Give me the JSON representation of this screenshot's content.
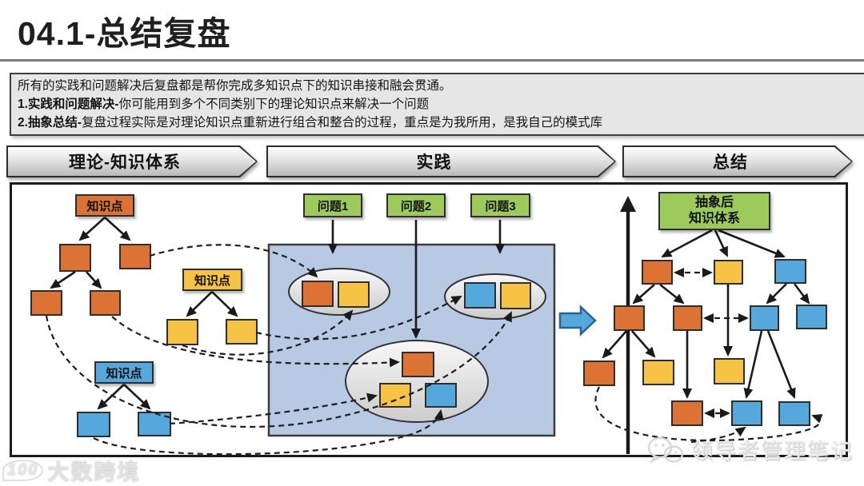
{
  "header": {
    "title": "04.1-总结复盘"
  },
  "info_box": {
    "lines": [
      {
        "bold": "",
        "text": "所有的实践和问题解决后复盘都是帮你完成多知识点下的知识串接和融会贯通。"
      },
      {
        "bold": "1.实践和问题解决-",
        "text": "你可能用到多个不同类别下的理论知识点来解决一个问题"
      },
      {
        "bold": "2.抽象总结-",
        "text": "复盘过程实际是对理论知识点重新进行组合和整合的过程，重点是为我所用，是我自己的模式库"
      }
    ]
  },
  "stages": [
    {
      "label": "理论-知识体系"
    },
    {
      "label": "实践"
    },
    {
      "label": "总结"
    }
  ],
  "diagram": {
    "knowledge_labels": [
      "知识点",
      "知识点",
      "知识点"
    ],
    "problems": [
      "问题1",
      "问题2",
      "问题3"
    ],
    "abstract_box_lines": [
      "抽象后",
      "知识体系"
    ]
  },
  "watermarks": {
    "bottom_left": "大数跨境",
    "bottom_left_logo": "100",
    "bottom_right": "领导者管理笔记"
  },
  "colors": {
    "orange": "#dc7335",
    "yellow": "#f6c344",
    "blue": "#55a8dc",
    "green": "#9ccb5b",
    "panel_blue": "#b7c9e3"
  }
}
